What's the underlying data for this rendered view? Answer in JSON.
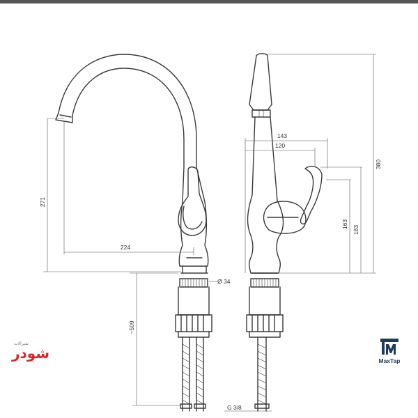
{
  "dimensions": {
    "d_271": "271",
    "d_224": "224",
    "d_509": "~509",
    "d_34": "Ø 34",
    "d_143": "143",
    "d_120": "120",
    "d_380": "380",
    "d_163": "163",
    "d_183": "183",
    "d_g38": "G 3/8"
  },
  "logos": {
    "left_brand": "شودر",
    "left_sub": "شیرآلات",
    "right_brand": "MaxTap",
    "right_icon": "maxtap-logo-icon"
  },
  "colors": {
    "line": "#3a3a3a",
    "left_logo": "#d8262d",
    "right_logo": "#1f3b5a"
  }
}
